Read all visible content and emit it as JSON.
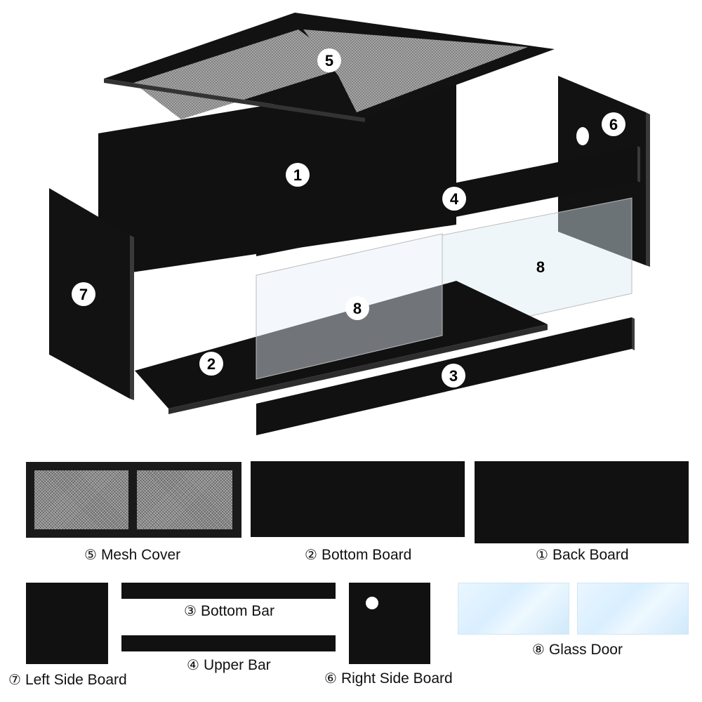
{
  "callouts": {
    "n1": "1",
    "n2": "2",
    "n3": "3",
    "n4": "4",
    "n5": "5",
    "n6": "6",
    "n7": "7",
    "n8a": "8",
    "n8b": "8"
  },
  "parts": {
    "mesh_cover": {
      "num": "⑤",
      "label": "Mesh Cover"
    },
    "bottom_board": {
      "num": "②",
      "label": "Bottom Board"
    },
    "back_board": {
      "num": "①",
      "label": "Back Board"
    },
    "left_side_board": {
      "num": "⑦",
      "label": "Left Side Board"
    },
    "bottom_bar": {
      "num": "③",
      "label": "Bottom Bar"
    },
    "upper_bar": {
      "num": "④",
      "label": "Upper Bar"
    },
    "right_side_board": {
      "num": "⑥",
      "label": "Right Side Board"
    },
    "glass_door": {
      "num": "⑧",
      "label": "Glass Door"
    }
  },
  "colors": {
    "panel": "#111111",
    "mesh": "#8a8a8a",
    "glass": "#dcefff",
    "badge": "#ffffff"
  }
}
